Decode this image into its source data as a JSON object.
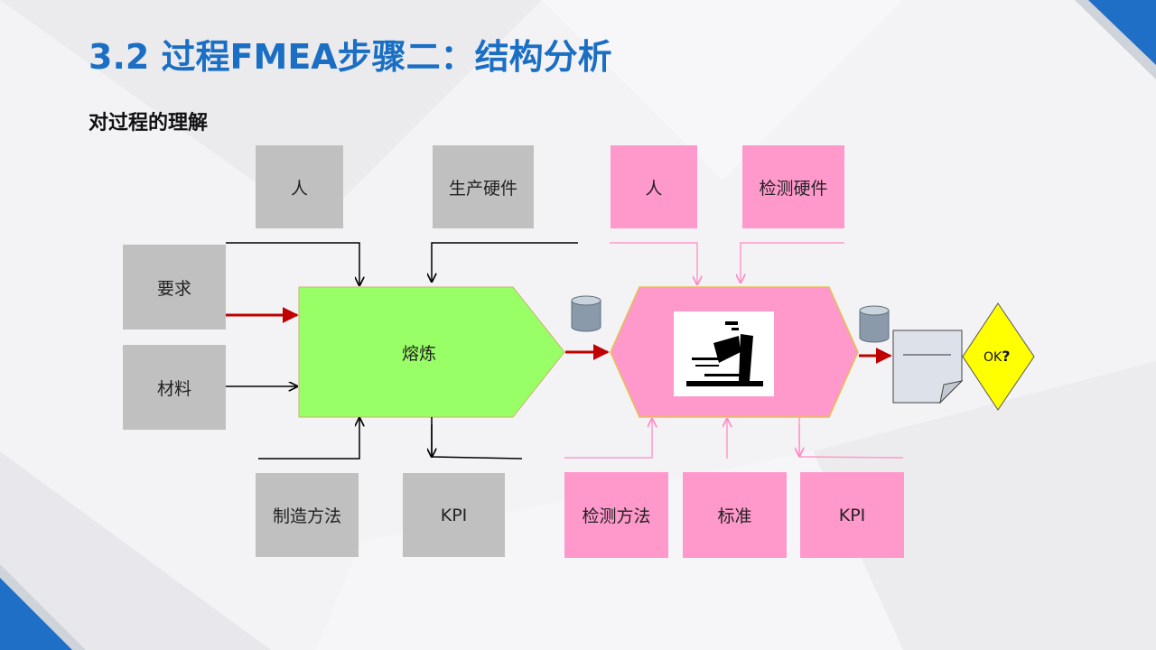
{
  "slide": {
    "title": "3.2 过程FMEA步骤二：结构分析",
    "subtitle": "对过程的理解"
  },
  "process1": {
    "label": "熔炼",
    "inputs_top": [
      "人",
      "生产硬件"
    ],
    "inputs_left": [
      "要求",
      "材料"
    ],
    "inputs_bottom": [
      "制造方法",
      "KPI"
    ]
  },
  "process2": {
    "inputs_top": [
      "人",
      "检测硬件"
    ],
    "inputs_bottom": [
      "检测方法",
      "标准",
      "KPI"
    ]
  },
  "decision": {
    "label_small": "OK",
    "label_mark": "?"
  },
  "colors": {
    "title": "#1a6fc4",
    "gray_box": "#c0c0c0",
    "pink_box": "#ff99cc",
    "green_process": "#99ff66",
    "decision": "#ffff00",
    "red_arrow": "#c00000",
    "pink_arrow": "#ff99cc"
  }
}
